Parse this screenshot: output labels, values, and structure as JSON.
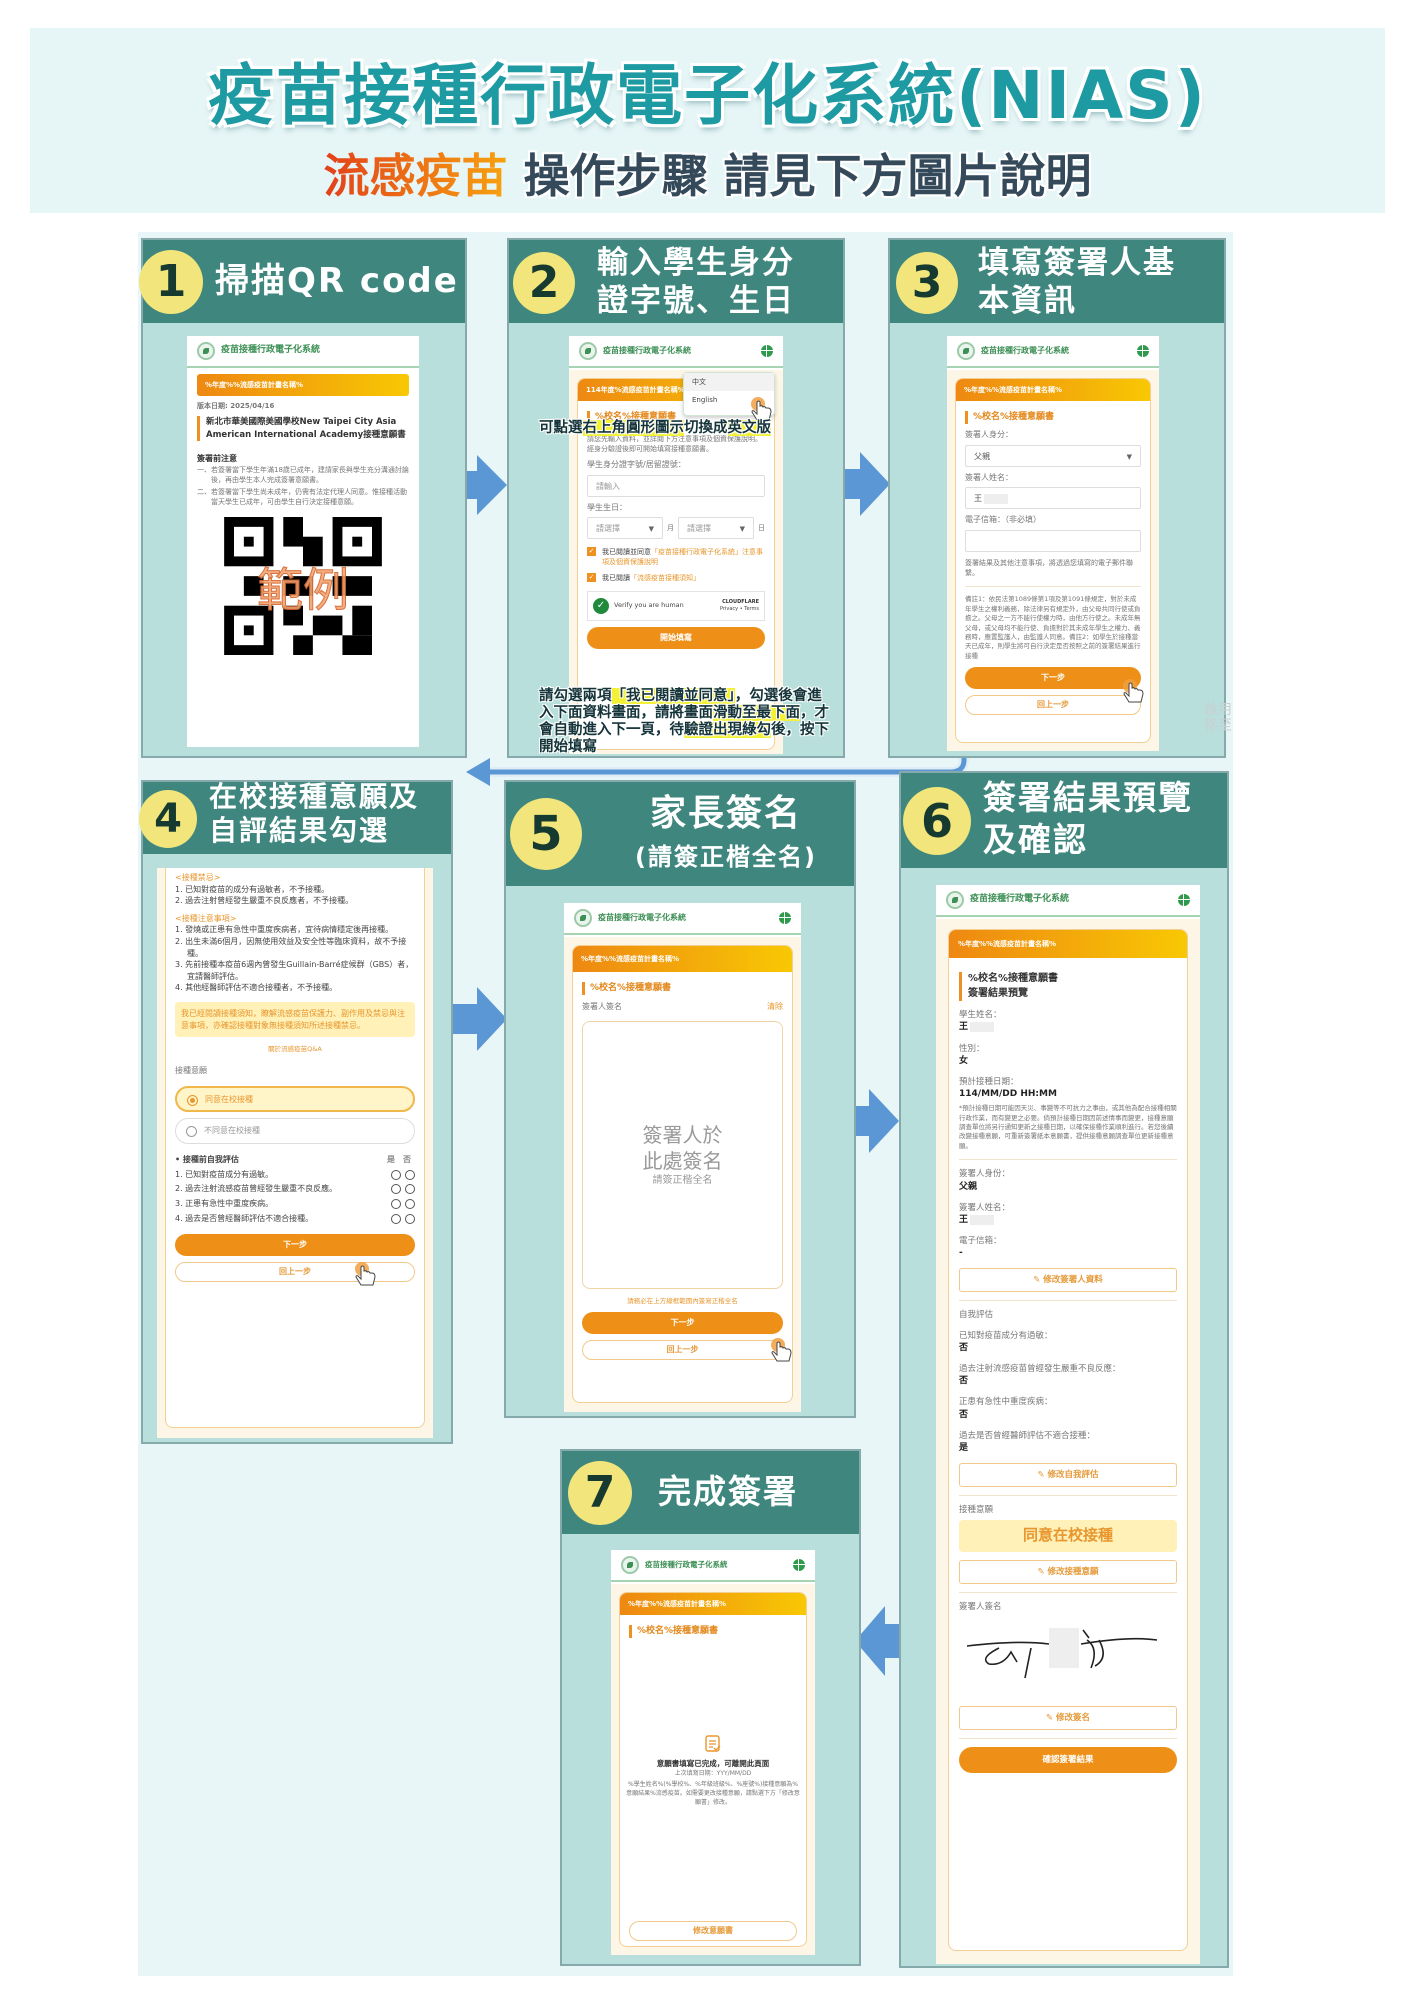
{
  "header": {
    "title": "疫苗接種行政電子化系統(NIAS)",
    "subtitle_highlight": "流感疫苗",
    "subtitle_rest": " 操作步驟 請見下方圖片說明"
  },
  "common": {
    "app_name": "疫苗接種行政電子化系統",
    "banner": "%年度%%流感疫苗計畫名稱%",
    "section_title": "%校名%接種意願書",
    "next": "下一步",
    "back": "回上一步"
  },
  "step1": {
    "number": "1",
    "title": "掃描QR code",
    "version": "版本日期: 2025/04/16",
    "school": "新北市華美國際美國學校New Taipei City Asia American International Academy接種意願書",
    "notice_heading": "簽署前注意",
    "notices": [
      "一、若簽署當下學生年滿18歲已成年，建請家長與學生充分溝通討論後，再由學生本人完成簽署意願書。",
      "二、若簽署當下學生尚未成年，仍需有法定代理人同意。惟接種活動當天學生已成年，可由學生自行決定接種意願。"
    ],
    "qr_watermark": "範例"
  },
  "step2": {
    "number": "2",
    "title_lines": [
      "輸入學生身分",
      "證字號、生日"
    ],
    "banner": "114年度%流感疫苗計畫名稱%",
    "lang_menu": [
      "中文",
      "English"
    ],
    "intro": "請您先輸入資料，並詳閱下方注意事項及個資保護說明。經身分驗證後即可開始填寫接種意願書。",
    "id_label": "學生身分證字號/居留證號：",
    "id_placeholder": "請輸入",
    "birthday_label": "學生生日：",
    "select_placeholder": "請選擇",
    "month_unit": "月",
    "day_unit": "日",
    "check1_prefix": "我已閱讀並同意",
    "check1_link": "「疫苗接種行政電子化系統」注意事項及個資保護說明",
    "check2_prefix": "我已閱讀",
    "check2_link": "「流感疫苗接種須知」",
    "captcha_text": "Verify you are human",
    "captcha_brand": "CLOUDFLARE",
    "captcha_links": "Privacy • Terms",
    "start_button": "開始填寫",
    "annotation1": [
      {
        "t": "可點選"
      },
      {
        "t": "右上角圓形圖示"
      },
      {
        "t": "切換成"
      },
      {
        "t": "英文版"
      }
    ],
    "annotation2": [
      {
        "t": "請勾選兩項"
      },
      {
        "t": "「我已閱讀並同意」"
      },
      {
        "t": "，勾選後會進入下面資料畫面，請將畫面"
      },
      {
        "t": "滑動至最下面"
      },
      {
        "t": "，才會自動進入下一頁，待"
      },
      {
        "t": "驗證出現綠勾"
      },
      {
        "t": "後，按下開始填寫"
      }
    ]
  },
  "step3": {
    "number": "3",
    "title_lines": [
      "填寫簽署人基",
      "本資訊"
    ],
    "role_label": "簽署人身分：",
    "role_value": "父親",
    "name_label": "簽署人姓名：",
    "name_value": "王",
    "email_label": "電子信箱：（非必填）",
    "email_help": "簽署結果及其他注意事項，將透過您填寫的電子郵件聯繫。",
    "note": "備註1：依民法第1089條第1項及第1091條規定，對於未成年學生之權利義務，除法律另有規定外，由父母共同行使或負擔之。父母之一方不能行使權力時，由他方行使之。未成年無父母，或父母均不能行使、負擔對於其未成年學生之權力、義務時，應置監護人，由監護人同意。備註2：如學生於接種當天已成年，則學生將可自行決定是否按照之前的簽署結果進行接種",
    "watermark": [
      "啟用",
      "移至"
    ]
  },
  "step4": {
    "number": "4",
    "title_lines": [
      "在校接種意願及",
      "自評結果勾選"
    ],
    "contra_heading": "<接種禁忌>",
    "contra": [
      "1. 已知對疫苗的成分有過敏者，不予接種。",
      "2. 過去注射曾經發生嚴重不良反應者，不予接種。"
    ],
    "caution_heading": "<接種注意事項>",
    "caution": [
      "1. 發燒或正患有急性中重度疾病者，宜待病情穩定後再接種。",
      "2. 出生未滿6個月，因無使用效益及安全性等臨床資料，故不予接種。",
      "3. 先前接種本疫苗6週內曾發生Guillain-Barré症候群（GBS）者，宜請醫師評估。",
      "4. 其他經醫師評估不適合接種者，不予接種。"
    ],
    "confirm_box": "我已經閱讀接種須知，瞭解流感疫苗保護力、副作用及禁忌與注意事項，亦確認接種對象無接種須知所述接種禁忌。",
    "qa_link": "關於流感疫苗Q&A",
    "intent_label": "接種意願",
    "options": [
      "同意在校接種",
      "不同意在校接種"
    ],
    "selected_option": "同意在校接種",
    "self_heading": "• 接種前自我評估",
    "yes": "是",
    "no": "否",
    "questions": [
      "1. 已知對疫苗成分有過敏。",
      "2. 過去注射流感疫苗曾經發生嚴重不良反應。",
      "3. 正患有急性中重度疾病。",
      "4. 過去是否曾經醫師評估不適合接種。"
    ]
  },
  "step5": {
    "number": "5",
    "title_lines": [
      "家長簽名",
      "(請簽正楷全名)"
    ],
    "sign_label": "簽署人簽名",
    "clear": "清除",
    "pad_lines": [
      "簽署人於",
      "此處簽名"
    ],
    "pad_hint": "請簽正楷全名",
    "hint": "請務必在上方線框範圍內簽寫正楷全名"
  },
  "step6": {
    "number": "6",
    "title_lines": [
      "簽署結果預覽",
      "及確認"
    ],
    "subtitle": "簽署結果預覽",
    "fields": [
      {
        "label": "學生姓名：",
        "value": "王"
      },
      {
        "label": "性別：",
        "value": "女"
      },
      {
        "label": "預計接種日期：",
        "value": "114/MM/DD HH:MM"
      }
    ],
    "date_note": "*預計接種日期可能因天災、事變等不可抗力之事由，或其他為配合接種相關行政作業，而有變更之必要。倘預計接種日期因前述情事而變更，接種意願調查單位將另行通知更新之接種日期，以確保接種作業順利進行。若您後續改變接種意願，可重新簽署紙本意願書，提供接種意願調查單位更新接種意願。",
    "signer_fields": [
      {
        "label": "簽署人身份：",
        "value": "父親"
      },
      {
        "label": "簽署人姓名：",
        "value": "王"
      },
      {
        "label": "電子信箱：",
        "value": "-"
      }
    ],
    "edit_signer": "修改簽署人資料",
    "self_heading": "自我評估",
    "answers": [
      {
        "label": "已知對疫苗成分有過敏：",
        "value": "否"
      },
      {
        "label": "過去注射流感疫苗曾經發生嚴重不良反應：",
        "value": "否"
      },
      {
        "label": "正患有急性中重度疾病：",
        "value": "否"
      },
      {
        "label": "過去是否曾經醫師評估不適合接種：",
        "value": "是"
      }
    ],
    "edit_self": "修改自我評估",
    "intent_label": "接種意願",
    "intent_value": "同意在校接種",
    "edit_intent": "修改接種意願",
    "sign_label": "簽署人簽名",
    "edit_sign": "修改簽名",
    "confirm": "確認簽署結果"
  },
  "step7": {
    "number": "7",
    "title": "完成簽署",
    "done": "意願書填寫已完成，可離開此頁面",
    "last_date": "上次填寫日期：YYY/MM/DD",
    "summary": "%學生姓名%(%學校%、%年級班級%、%座號%)接種意願為%意願結果%流感疫苗。如需要更改接種意願，請點選下方「修改意願書」修改。",
    "edit": "修改意願書"
  },
  "colors": {
    "teal_header": "#3f877e",
    "panel": "#b8dfdb",
    "accent": "#ee9018",
    "arrow": "#5b97d4",
    "badge": "#f2e57c"
  }
}
